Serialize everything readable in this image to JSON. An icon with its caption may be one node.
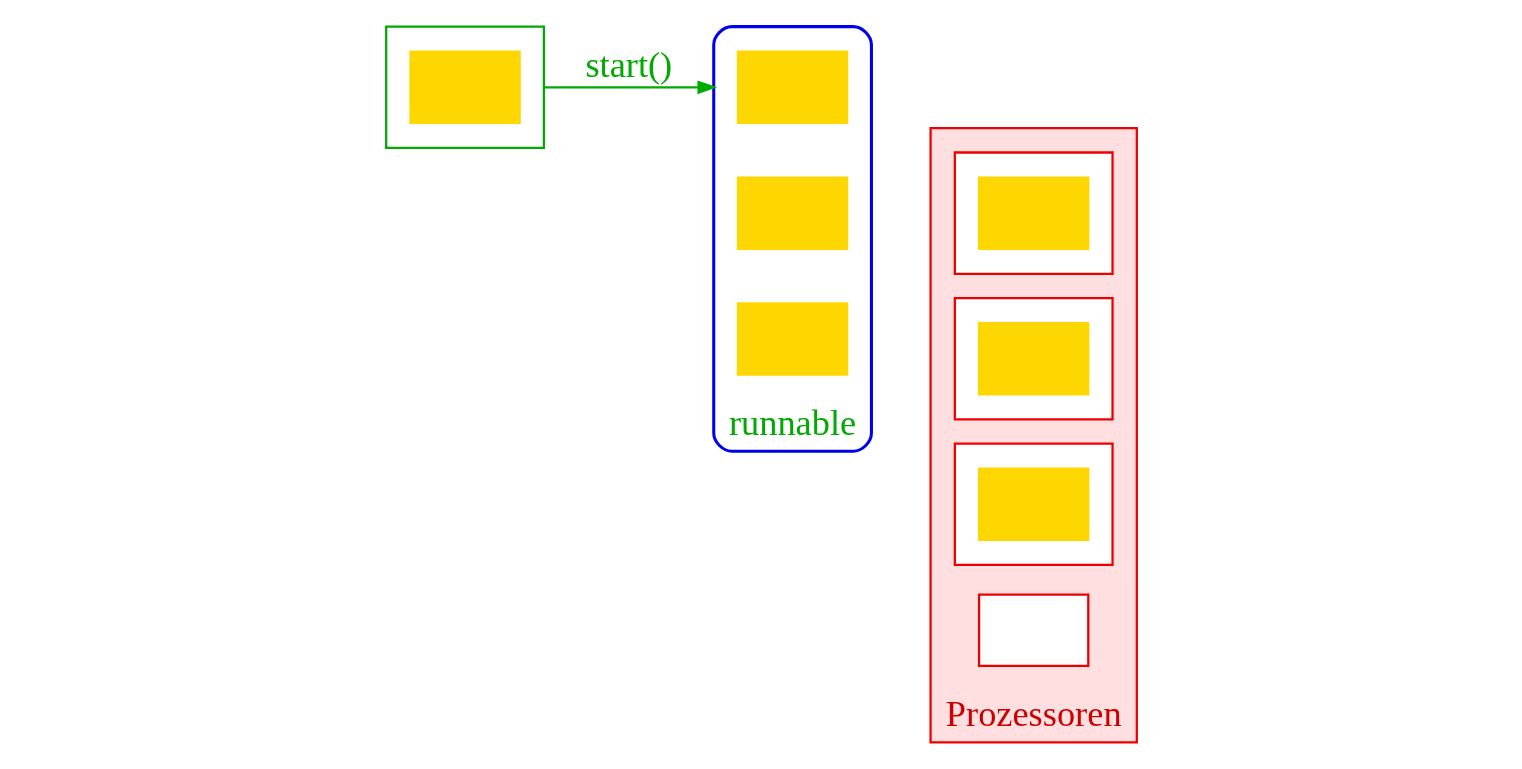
{
  "diagram": {
    "nodes": [
      {
        "text": [],
        "shape": "box"
      },
      {
        "text": [],
        "shape": "box",
        "in": 0
      },
      {
        "text": [
          "runnable"
        ]
      },
      {
        "text": [],
        "shape": "box",
        "in": 2
      },
      {
        "text": [],
        "shape": "box",
        "in": 2
      },
      {
        "text": [],
        "shape": "box",
        "in": 2
      },
      {
        "text": [
          "Prozessoren"
        ]
      },
      {
        "text": [],
        "shape": "box",
        "in": 6
      },
      {
        "text": [],
        "shape": "box",
        "in": 7
      },
      {
        "text": [],
        "shape": "box",
        "in": 6
      },
      {
        "text": [],
        "shape": "box",
        "in": 9
      },
      {
        "text": [],
        "shape": "box",
        "in": 6
      },
      {
        "text": [],
        "shape": "box",
        "in": 11
      },
      {
        "text": [],
        "shape": "box",
        "in": 6
      }
    ],
    "edges": [
      {
        "from": 0,
        "to": 2,
        "arrow": "to",
        "label": "start()"
      }
    ]
  }
}
